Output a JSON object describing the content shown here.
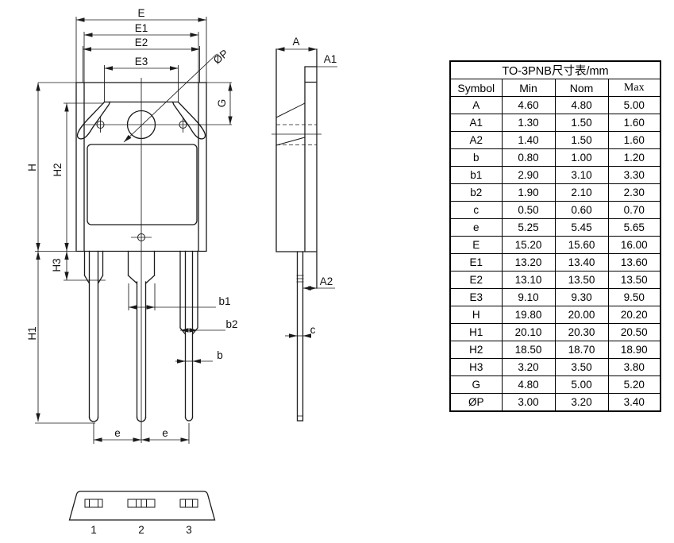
{
  "colors": {
    "line": "#1a1a1a",
    "background": "#ffffff"
  },
  "labels": {
    "E": "E",
    "E1": "E1",
    "E2": "E2",
    "E3": "E3",
    "OP": "ØP",
    "G": "G",
    "H": "H",
    "H1": "H1",
    "H2": "H2",
    "H3": "H3",
    "b": "b",
    "b1": "b1",
    "b2": "b2",
    "e": "e",
    "A": "A",
    "A1": "A1",
    "A2": "A2",
    "c": "c"
  },
  "pins": {
    "p1": "1",
    "p2": "2",
    "p3": "3"
  },
  "table": {
    "title": "TO-3PNB尺寸表/mm",
    "headers": [
      "Symbol",
      "Min",
      "Nom",
      "Max"
    ],
    "rows": [
      [
        "A",
        "4.60",
        "4.80",
        "5.00"
      ],
      [
        "A1",
        "1.30",
        "1.50",
        "1.60"
      ],
      [
        "A2",
        "1.40",
        "1.50",
        "1.60"
      ],
      [
        "b",
        "0.80",
        "1.00",
        "1.20"
      ],
      [
        "b1",
        "2.90",
        "3.10",
        "3.30"
      ],
      [
        "b2",
        "1.90",
        "2.10",
        "2.30"
      ],
      [
        "c",
        "0.50",
        "0.60",
        "0.70"
      ],
      [
        "e",
        "5.25",
        "5.45",
        "5.65"
      ],
      [
        "E",
        "15.20",
        "15.60",
        "16.00"
      ],
      [
        "E1",
        "13.20",
        "13.40",
        "13.60"
      ],
      [
        "E2",
        "13.10",
        "13.50",
        "13.50"
      ],
      [
        "E3",
        "9.10",
        "9.30",
        "9.50"
      ],
      [
        "H",
        "19.80",
        "20.00",
        "20.20"
      ],
      [
        "H1",
        "20.10",
        "20.30",
        "20.50"
      ],
      [
        "H2",
        "18.50",
        "18.70",
        "18.90"
      ],
      [
        "H3",
        "3.20",
        "3.50",
        "3.80"
      ],
      [
        "G",
        "4.80",
        "5.00",
        "5.20"
      ],
      [
        "ØP",
        "3.00",
        "3.20",
        "3.40"
      ]
    ]
  }
}
